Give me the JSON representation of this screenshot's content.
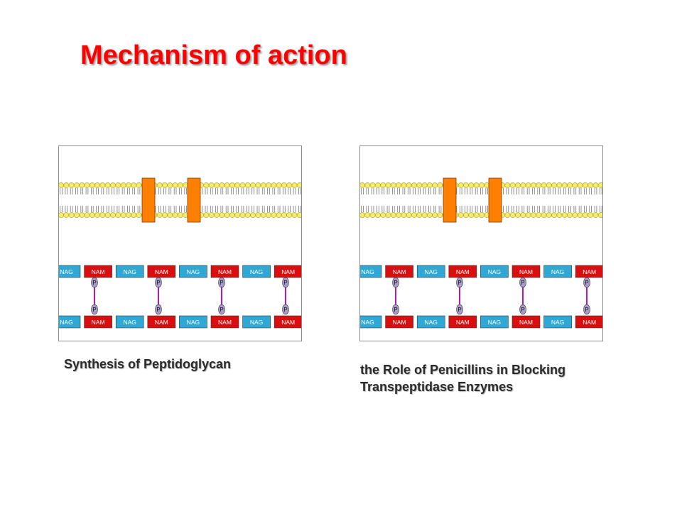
{
  "slide": {
    "title": "Mechanism of action",
    "title_color": "#ff0000"
  },
  "panels": [
    {
      "caption_lines": [
        "Synthesis of Peptidoglycan"
      ],
      "top_strand": [
        "NAG",
        "NAM",
        "NAG",
        "NAM",
        "NAG",
        "NAM",
        "NAG",
        "NAM"
      ],
      "bottom_strand": [
        "NAG",
        "NAM",
        "NAG",
        "NAM",
        "NAG",
        "NAM",
        "NAG",
        "NAM"
      ],
      "crosslink_label": "P"
    },
    {
      "caption_lines": [
        "the Role of Penicillins in Blocking",
        "Transpeptidase Enzymes"
      ],
      "top_strand": [
        "NAG",
        "NAM",
        "NAG",
        "NAM",
        "NAG",
        "NAM",
        "NAG",
        "NAM"
      ],
      "bottom_strand": [
        "NAG",
        "NAM",
        "NAG",
        "NAM",
        "NAG",
        "NAM",
        "NAG",
        "NAM"
      ],
      "crosslink_label": "P"
    }
  ],
  "colors": {
    "nag": "#2fa8d6",
    "nam": "#d90f0f",
    "membrane_protein": "#ff7f00",
    "lipid_head": "#f5ec6a",
    "crosslink": "#9c2a9c",
    "crosslink_node": "#a79bc9"
  }
}
